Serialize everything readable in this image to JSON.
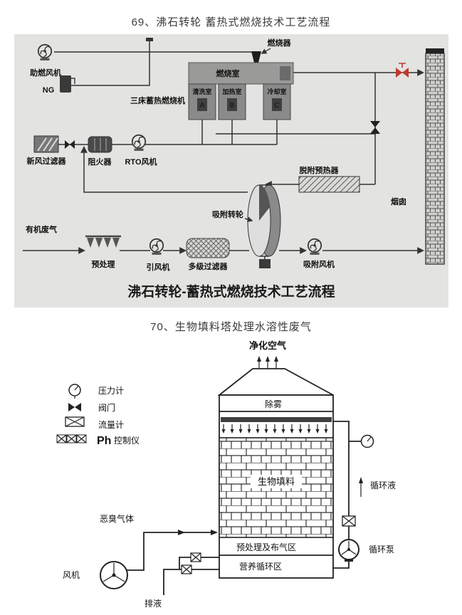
{
  "colors": {
    "diagram_bg": "#e3e3e1",
    "line": "#333333",
    "red_valve": "#c0392b",
    "box_gray": "#8a8a8a"
  },
  "section69": {
    "heading": "69、沸石转轮 蓄热式燃烧技术工艺流程",
    "caption": "沸石转轮-蓄热式燃烧技术工艺流程",
    "labels": {
      "burner": "燃烧器",
      "aux_fan": "助燃风机",
      "ng": "NG",
      "combustion_chamber": "燃烧室",
      "wash_room": "清洗室",
      "room_a": "A",
      "heat_room": "加热室",
      "room_b": "B",
      "cool_room": "冷却室",
      "room_c": "C",
      "three_bed_unit": "三床蓄热燃烧机",
      "fresh_air_filter": "新风过滤器",
      "flame_arrester": "阻火器",
      "rto_fan": "RTO风机",
      "desorption_preheater": "脱附预热器",
      "chimney": "烟囱",
      "adsorption_rotor": "吸附转轮",
      "organic_waste_gas": "有机废气",
      "pretreatment": "预处理",
      "induced_draft_fan": "引风机",
      "multistage_filter": "多级过滤器",
      "adsorption_fan": "吸附风机"
    }
  },
  "section70": {
    "heading": "70、生物填料塔处理水溶性废气",
    "labels": {
      "purified_air": "净化空气",
      "demister": "除雾",
      "bio_packing": "生物填料",
      "pretreat_gas_zone": "预处理及布气区",
      "nutrient_zone": "营养循环区",
      "odor_gas": "恶臭气体",
      "fan": "风机",
      "drain": "排液",
      "circulating_liquid": "循环液",
      "circulating_pump": "循环泵"
    },
    "legend": {
      "pressure_gauge": "压力计",
      "valve": "阀门",
      "flow_meter": "流量计",
      "ph_prefix": "Ph",
      "ph_suffix": "控制仪"
    }
  }
}
